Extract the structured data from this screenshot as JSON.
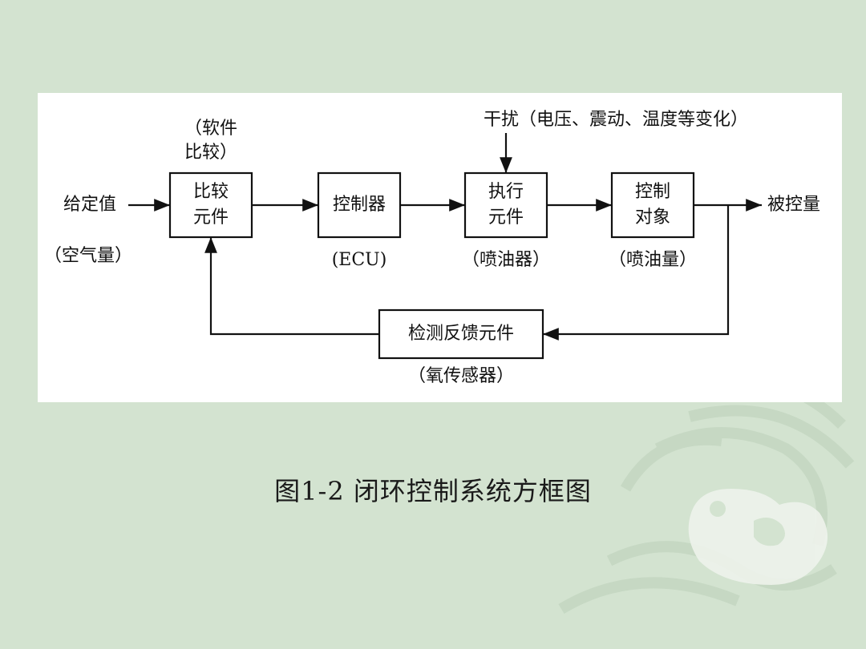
{
  "diagram": {
    "soft_compare_label": [
      "（软件",
      "比较）"
    ],
    "disturbance_label": "干扰（电压、震动、温度等变化）",
    "input_label": "给定值",
    "input_sublabel": "（空气量）",
    "output_label": "被控量",
    "blocks": {
      "comparator": {
        "lines": [
          "比较",
          "元件"
        ]
      },
      "controller": {
        "lines": [
          "控制器"
        ],
        "sublabel": "(ECU)"
      },
      "actuator": {
        "lines": [
          "执行",
          "元件"
        ],
        "sublabel": "（喷油器）"
      },
      "plant": {
        "lines": [
          "控制",
          "对象"
        ],
        "sublabel": "（喷油量）"
      },
      "feedback": {
        "lines": [
          "检测反馈元件"
        ],
        "sublabel": "（氧传感器）"
      }
    }
  },
  "caption": "图1-2  闭环控制系统方框图",
  "colors": {
    "background": "#d3e3d0",
    "panel": "#ffffff",
    "ink": "#111111"
  }
}
